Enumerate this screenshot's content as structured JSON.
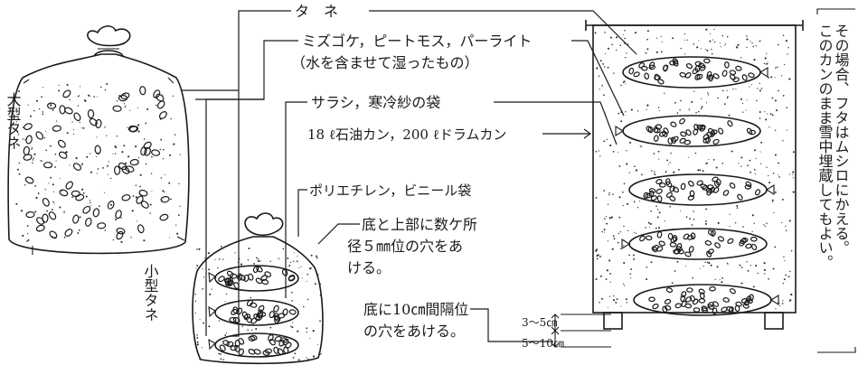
{
  "labels": {
    "large_seed": "大型タネ",
    "small_seed": "小型タネ",
    "seed": "タ　ネ",
    "moss": "ミズゴケ，ピートモス，パーライト",
    "moss_note": "（水を含ませて湿ったもの）",
    "sarashi_bag": "サラシ，寒冷紗の袋",
    "cans": "18 ℓ石油カン，200 ℓドラムカン",
    "poly_bag": "ポリエチレン，ビニール袋",
    "holes_top_line1": "底と上部に数ケ所",
    "holes_top_line2": "径５㎜位の穴をあ",
    "holes_top_line3": "ける。",
    "holes_bottom_line1": "底に10㎝間隔位",
    "holes_bottom_line2": "の穴をあける。",
    "dim_top": "3～5㎝",
    "dim_bottom": "5～10㎝",
    "side_note_col1": "その場合、フタはムシロにかえる。",
    "side_note_col2": "このカンのまま雪中埋蔵してもよい。"
  },
  "colors": {
    "ink": "#1a1a1a",
    "paper": "#ffffff"
  }
}
